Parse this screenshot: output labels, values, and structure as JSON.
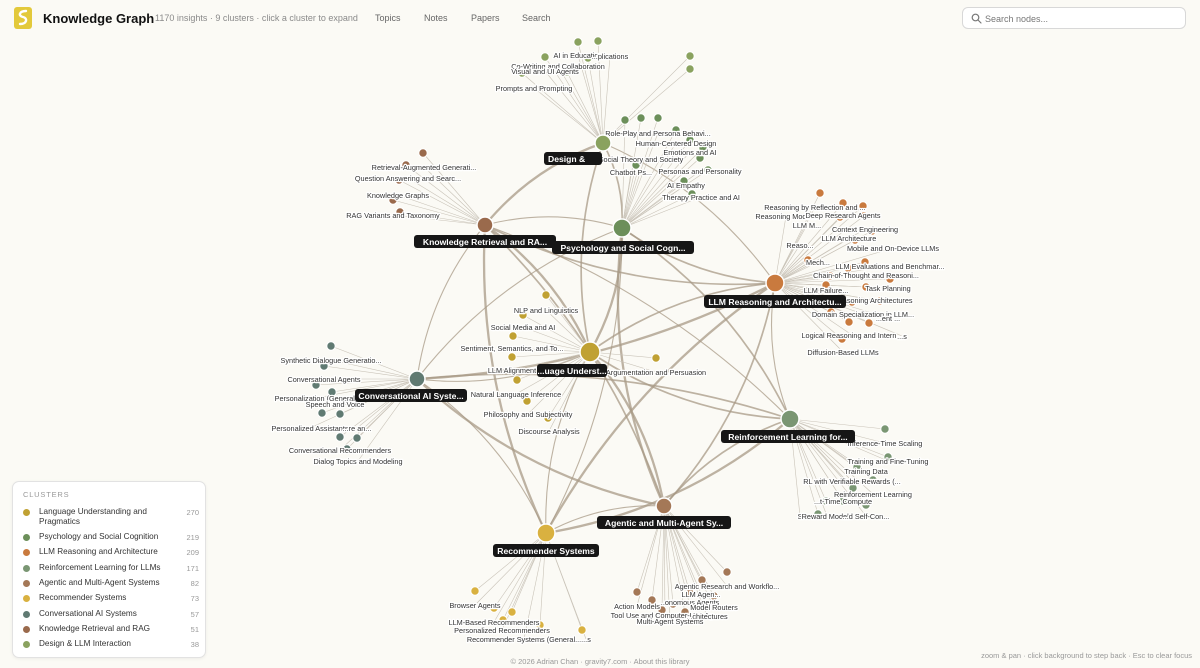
{
  "header": {
    "title": "Knowledge Graph",
    "subtitle": "1170 insights · 9 clusters · click a cluster to expand",
    "nav": [
      {
        "label": "Topics"
      },
      {
        "label": "Notes"
      },
      {
        "label": "Papers"
      },
      {
        "label": "Search"
      }
    ],
    "search_placeholder": "Search nodes..."
  },
  "colors": {
    "lang": "#c0a133",
    "psych": "#6c8f5a",
    "llmr": "#c97a3e",
    "rl": "#7a9673",
    "agent": "#a47857",
    "rec": "#d9b140",
    "conv": "#607a72",
    "krag": "#9a6a4c",
    "design": "#8aa25f",
    "edge": "#a89a86"
  },
  "clusters": [
    {
      "id": "lang",
      "label": "Language Understanding and Pragmatics",
      "short": "...uage Underst...",
      "count": "270"
    },
    {
      "id": "psych",
      "label": "Psychology and Social Cognition",
      "short": "Psychology and Social Cogn...",
      "count": "219"
    },
    {
      "id": "llmr",
      "label": "LLM Reasoning and Architecture",
      "short": "LLM Reasoning and Architectu...",
      "count": "209"
    },
    {
      "id": "rl",
      "label": "Reinforcement Learning for LLMs",
      "short": "Reinforcement Learning for...",
      "count": "171"
    },
    {
      "id": "agent",
      "label": "Agentic and Multi-Agent Systems",
      "short": "Agentic and Multi-Agent Sy...",
      "count": "82"
    },
    {
      "id": "rec",
      "label": "Recommender Systems",
      "short": "Recommender Systems",
      "count": "73"
    },
    {
      "id": "conv",
      "label": "Conversational AI Systems",
      "short": "Conversational AI Syste...",
      "count": "57"
    },
    {
      "id": "krag",
      "label": "Knowledge Retrieval and RAG",
      "short": "Knowledge Retrieval and RA...",
      "count": "51"
    },
    {
      "id": "design",
      "label": "Design & LLM Interaction",
      "short": "Design &",
      "count": "38"
    }
  ],
  "topic_labels": {
    "design": [
      "AI in Education",
      "...plications",
      "Co-Writing and Collaboration",
      "Visual and UI Agents",
      "Prompts and Prompting"
    ],
    "psych": [
      "Role-Play and Persona Behavi...",
      "Human-Centered Design",
      "Emotions and AI",
      "Social Theory and Society",
      "Chatbot Ps...",
      "Personas and Personality",
      "AI Empathy",
      "Therapy Practice and AI"
    ],
    "krag": [
      "Retrieval-Augmented Generati...",
      "Question Answering and Searc...",
      "Knowledge Graphs",
      "RAG Variants and Taxonomy"
    ],
    "llmr": [
      "Reasoning by Reflection and ...",
      "Reasoning Mode...",
      "Deep Research Agents",
      "LLM M...",
      "Context Engineering",
      "LLM Architecture",
      "Mobile and On-Device LLMs",
      "Reaso...",
      "Mech...",
      "LLM Evaluations and Benchmar...",
      "Chain-of-Thought and Reasoni...",
      "Task Planning",
      "LLM Failure...",
      "Reasoning Architectures",
      "Domain Specialization in LLM...",
      "...ent ...",
      "Logical Reasoning and Intern...",
      "...s",
      "Diffusion-Based LLMs"
    ],
    "lang": [
      "NLP and Linguistics",
      "Social Media and AI",
      "Sentiment, Semantics, and To...",
      "LLM Alignment",
      "Argumentation and Persuasion",
      "Natural Language Inference",
      "Philosophy and Subjectivity",
      "Discourse Analysis"
    ],
    "conv": [
      "Synthetic Dialogue Generatio...",
      "Conversational Agents",
      "Personalization (General)",
      "Speech and Voice",
      "Personalized Assistants",
      "...re an...",
      "Conversational Recommenders",
      "Dialog Topics and Modeling"
    ],
    "rl": [
      "Inference-Time Scaling",
      "Training and Fine-Tuning",
      "Training Data",
      "RL with Verifiable Rewards (...",
      "Reinforcement Learning",
      "...t-Time Compute",
      "S",
      "Reward Models",
      "...d Self-Con..."
    ],
    "agent": [
      "Agentic Research and Workflo...",
      "LLM Agen...",
      "...onomous Agents",
      "Action Models",
      "Model Routers",
      "Tool Use and Computer-Use Ag...",
      "...chitectures",
      "Multi-Agent Systems"
    ],
    "rec": [
      "Browser Agents",
      "LLM-Based Recommenders",
      "Personalized Recommenders",
      "Recommender Systems (General...",
      "...s"
    ]
  },
  "legend": {
    "title": "CLUSTERS"
  },
  "footer": {
    "credit": "© 2026 Adrian Chan · gravity7.com · About this library",
    "hint": "zoom & pan · click background to step back · Esc to clear focus"
  }
}
